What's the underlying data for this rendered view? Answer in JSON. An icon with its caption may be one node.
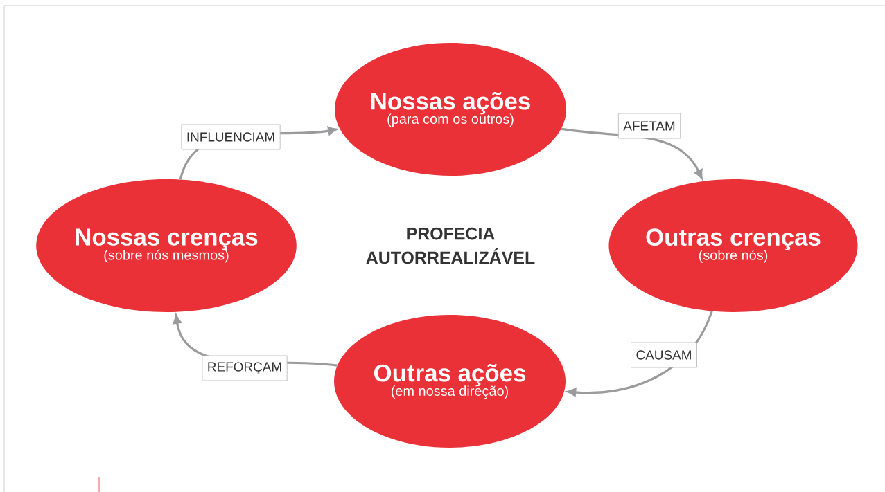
{
  "diagram": {
    "title": "PROFECIA AUTORREALIZÁVEL",
    "nodes": [
      {
        "text": [
          "Nossas ações",
          "(para com os outros)"
        ]
      },
      {
        "text": [
          "Outras crenças",
          "(sobre nós)"
        ]
      },
      {
        "text": [
          "Outras ações",
          "(em nossa direção)"
        ]
      },
      {
        "text": [
          "Nossas crenças",
          "(sobre nós mesmos)"
        ]
      }
    ],
    "edges": [
      {
        "from": 3,
        "to": 0,
        "arrow": "to",
        "label": "INFLUENCIAM"
      },
      {
        "from": 0,
        "to": 1,
        "arrow": "to",
        "label": "AFETAM"
      },
      {
        "from": 1,
        "to": 2,
        "arrow": "to",
        "label": "CAUSAM"
      },
      {
        "from": 2,
        "to": 3,
        "arrow": "to",
        "label": "REFORÇAM"
      }
    ]
  }
}
